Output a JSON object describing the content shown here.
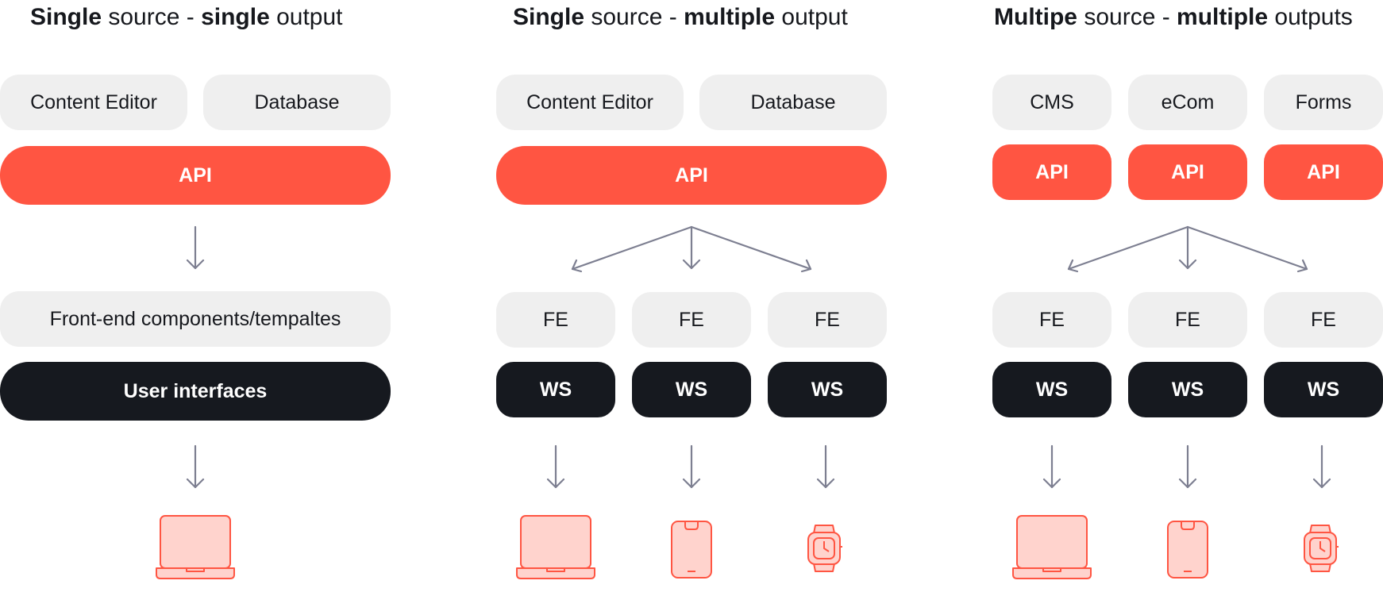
{
  "colors": {
    "accent": "#ff5542",
    "dark": "#16191f",
    "light": "#efefef",
    "arrow": "#7d7f91",
    "device_fill": "#ffd3cd"
  },
  "col1": {
    "title": {
      "b1": "Single",
      "t1": " source - ",
      "b2": "single",
      "t2": " output"
    },
    "sources": [
      "Content Editor",
      "Database"
    ],
    "api": "API",
    "fe": "Front-end components/tempaltes",
    "ui": "User interfaces",
    "device": "laptop-icon"
  },
  "col2": {
    "title": {
      "b1": "Single",
      "t1": " source - ",
      "b2": "multiple",
      "t2": " output"
    },
    "sources": [
      "Content Editor",
      "Database"
    ],
    "api": "API",
    "fe": [
      "FE",
      "FE",
      "FE"
    ],
    "ws": [
      "WS",
      "WS",
      "WS"
    ],
    "devices": [
      "laptop-icon",
      "phone-icon",
      "watch-icon"
    ]
  },
  "col3": {
    "title": {
      "b1": "Multipe",
      "t1": " source - ",
      "b2": "multiple",
      "t2": " outputs"
    },
    "sources": [
      "CMS",
      "eCom",
      "Forms"
    ],
    "api": [
      "API",
      "API",
      "API"
    ],
    "fe": [
      "FE",
      "FE",
      "FE"
    ],
    "ws": [
      "WS",
      "WS",
      "WS"
    ],
    "devices": [
      "laptop-icon",
      "phone-icon",
      "watch-icon"
    ]
  }
}
